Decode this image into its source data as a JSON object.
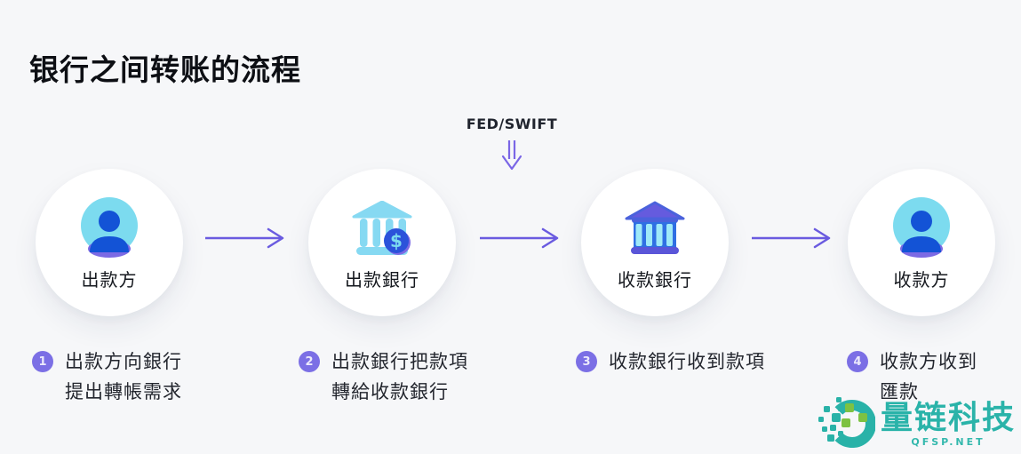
{
  "title": "银行之间转账的流程",
  "colors": {
    "background": "#f6f7f9",
    "accent_purple": "#6a5be0",
    "badge_purple": "#7b6fe5",
    "icon_cyan": "#7cdbef",
    "icon_blue": "#1353d6",
    "bank_cyan": "#86d9f2",
    "bank_body_blue": "#2f6fe3",
    "bank_roof_purple": "#655bde",
    "logo_teal": "#2ab3a9",
    "logo_green": "#7dc242",
    "title_color": "#0d0f14"
  },
  "flow": {
    "connector_label": "FED/SWIFT",
    "nodes": [
      {
        "label": "出款方",
        "icon": "person-icon"
      },
      {
        "label": "出款銀行",
        "icon": "bank-dollar-icon"
      },
      {
        "label": "收款銀行",
        "icon": "bank-icon"
      },
      {
        "label": "收款方",
        "icon": "person-icon"
      }
    ]
  },
  "steps": [
    {
      "number": "1",
      "line1": "出款方向銀行",
      "line2": "提出轉帳需求"
    },
    {
      "number": "2",
      "line1": "出款銀行把款項",
      "line2": "轉給收款銀行"
    },
    {
      "number": "3",
      "line1": "收款銀行收到款項",
      "line2": ""
    },
    {
      "number": "4",
      "line1": "收款方收到",
      "line2": "匯款"
    }
  ],
  "logo": {
    "name": "量链科技",
    "subtitle": "QFSP.NET"
  }
}
